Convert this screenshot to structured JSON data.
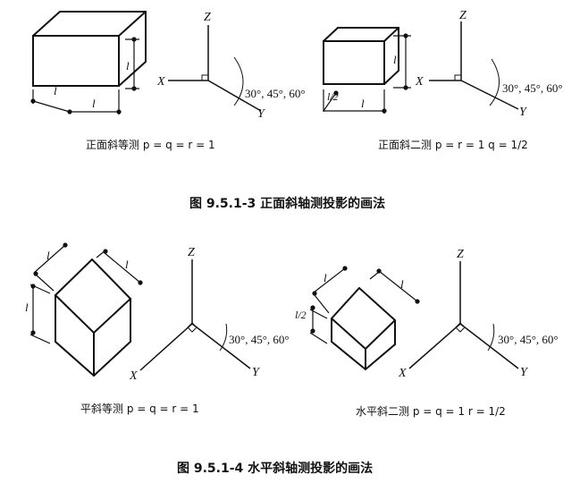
{
  "figures": [
    {
      "caption": "图 9.5.1-3   正面斜轴测投影的画法",
      "panels": [
        {
          "label": "正面斜等测 p = q = r = 1",
          "dims": [
            "l",
            "l",
            "l"
          ],
          "angle_text": "30°, 45°, 60°"
        },
        {
          "label": "正面斜二测 p = r = 1   q = 1/2",
          "dims": [
            "l",
            "l/2",
            "l"
          ],
          "angle_text": "30°, 45°, 60°"
        }
      ]
    },
    {
      "caption": "图 9.5.1-4   水平斜轴测投影的画法",
      "panels": [
        {
          "label": "平斜等测 p = q = r = 1",
          "dims": [
            "l",
            "l",
            "l"
          ],
          "angle_text": "30°, 45°, 60°"
        },
        {
          "label": "水平斜二测 p = q = 1   r = 1/2",
          "dims": [
            "l",
            "l",
            "l/2"
          ],
          "angle_text": "30°, 45°, 60°"
        }
      ]
    }
  ],
  "axes": {
    "x": "X",
    "y": "Y",
    "z": "Z"
  }
}
